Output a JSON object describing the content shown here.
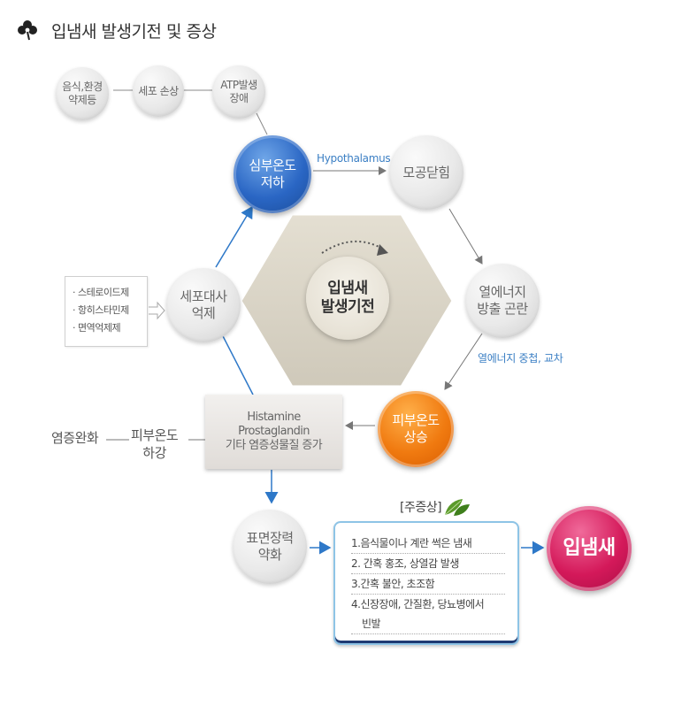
{
  "title": "입냄새 발생기전 및 증상",
  "top_row": {
    "node1": [
      "음식,환경",
      "약제등"
    ],
    "node2": "세포 손상",
    "node3": [
      "ATP발생",
      "장애"
    ]
  },
  "cycle": {
    "core_temp_low": [
      "심부온도",
      "저하"
    ],
    "pore_closed": "모공닫힘",
    "heat_release": [
      "열에너지",
      "방출 곤란"
    ],
    "skin_temp_up": [
      "피부온도",
      "상승"
    ],
    "cell_metabolism": [
      "세포대사",
      "억제"
    ],
    "center": [
      "입냄새",
      "발생기전"
    ]
  },
  "labels": {
    "hypothalamus": "Hypothalamus",
    "heat_label": "열에너지 중첩, 교차"
  },
  "steroid_box": [
    "· 스테로이드제",
    "· 항히스타민제",
    "· 면역억제제"
  ],
  "histamine_box": [
    "Histamine",
    "Prostaglandin",
    "기타 염증성물질 증가"
  ],
  "left_chain": {
    "inflammation": "염증완화",
    "skin_temp_down": [
      "피부온도",
      "하강"
    ]
  },
  "surface_tension": [
    "표면장력",
    "약화"
  ],
  "symptoms": {
    "heading": "[주증상]",
    "items": [
      "1.음식물이나 계란 썩은 냄새",
      "2. 간혹 홍조, 상열감 발생",
      "3.간혹 불안, 초조함",
      "4.신장장애, 간질환, 당뇨병에서",
      "빈발"
    ]
  },
  "result": "입냄새",
  "colors": {
    "blue_node": "#2a66c4",
    "orange_node": "#f07a10",
    "pink_node": "#d4195a",
    "arrow_blue": "#2e78c8",
    "arrow_gray": "#888888"
  }
}
